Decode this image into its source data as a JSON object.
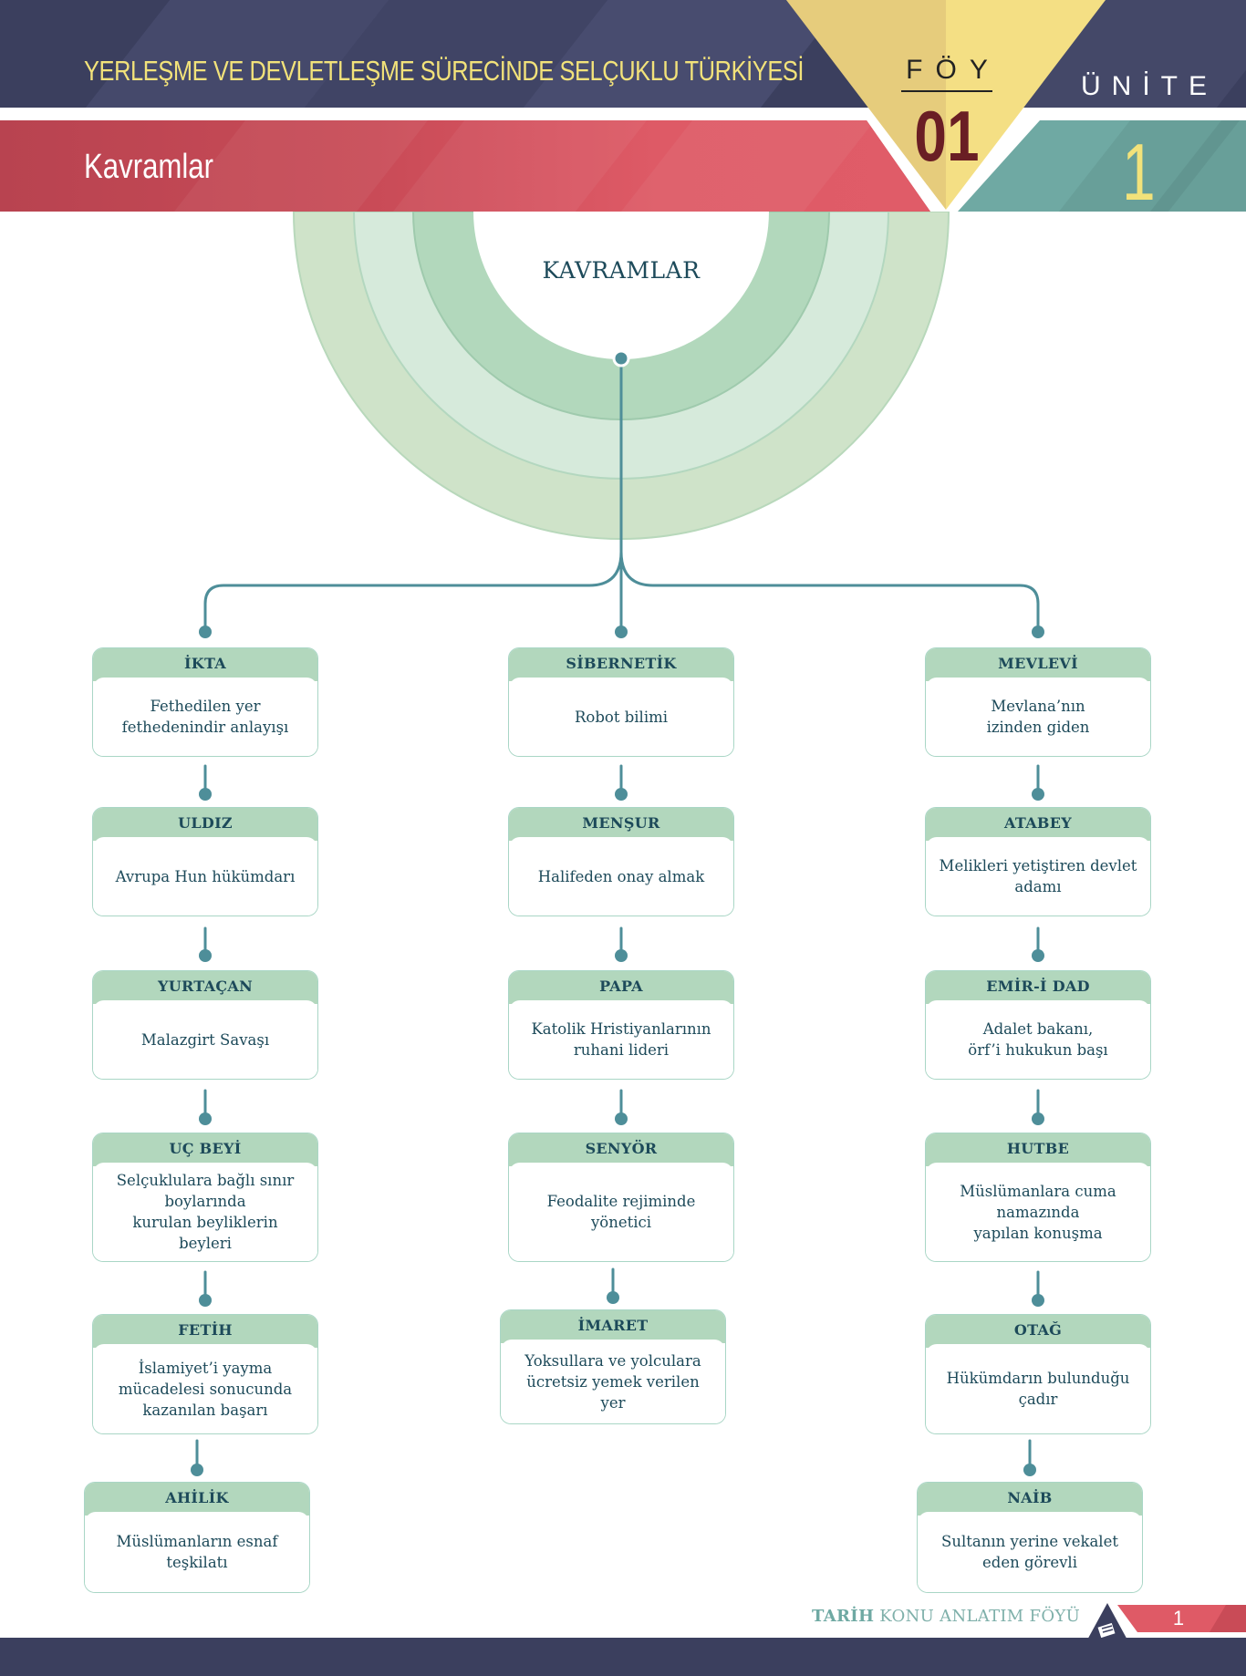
{
  "header": {
    "title": "YERLEŞME VE DEVLETLEŞME SÜRECİNDE SELÇUKLU TÜRKİYESİ",
    "subtitle": "Kavramlar",
    "foy_label": "FÖY",
    "foy_number": "01",
    "unite_label": "ÜNİTE",
    "unite_number": "1"
  },
  "main": {
    "title": "KAVRAMLAR"
  },
  "columns": {
    "left": [
      {
        "term": "İKTA",
        "definition": "Fethedilen yer\nfethedenindir anlayışı"
      },
      {
        "term": "ULDIZ",
        "definition": "Avrupa Hun hükümdarı"
      },
      {
        "term": "YURTAÇAN",
        "definition": "Malazgirt Savaşı"
      },
      {
        "term": "UÇ BEYİ",
        "definition": "Selçuklulara bağlı sınır\nboylarında\nkurulan beyliklerin\nbeyleri"
      },
      {
        "term": "FETİH",
        "definition": "İslamiyet’i yayma\nmücadelesi sonucunda\nkazanılan başarı"
      },
      {
        "term": "AHİLİK",
        "definition": "Müslümanların esnaf\nteşkilatı"
      }
    ],
    "middle": [
      {
        "term": "SİBERNETİK",
        "definition": "Robot bilimi"
      },
      {
        "term": "MENŞUR",
        "definition": "Halifeden onay almak"
      },
      {
        "term": "PAPA",
        "definition": "Katolik Hristiyanlarının\nruhani lideri"
      },
      {
        "term": "SENYÖR",
        "definition": "Feodalite rejiminde\nyönetici"
      },
      {
        "term": "İMARET",
        "definition": "Yoksullara ve yolculara\nücretsiz yemek verilen\nyer"
      }
    ],
    "right": [
      {
        "term": "MEVLEVİ",
        "definition": "Mevlana’nın\nizinden giden"
      },
      {
        "term": "ATABEY",
        "definition": "Melikleri yetiştiren devlet\nadamı"
      },
      {
        "term": "EMİR-İ DAD",
        "definition": "Adalet bakanı,\nörf’i hukukun başı"
      },
      {
        "term": "HUTBE",
        "definition": "Müslümanlara cuma\nnamazında\nyapılan konuşma"
      },
      {
        "term": "OTAĞ",
        "definition": "Hükümdarın bulunduğu\nçadır"
      },
      {
        "term": "NAİB",
        "definition": "Sultanın yerine vekalet\neden görevli"
      }
    ]
  },
  "footer": {
    "brand_bold": "TARİH",
    "brand_rest": " KONU ANLATIM FÖYÜ",
    "page_number": "1",
    "icon": "book-icon"
  },
  "colors": {
    "navy": "#3b3f5e",
    "red": "#c94b57",
    "teal": "#6fa9a3",
    "yellow": "#f2e27a",
    "green_header": "#b2d7bd",
    "text": "#1d4a5a",
    "connector": "#4e8e99"
  }
}
